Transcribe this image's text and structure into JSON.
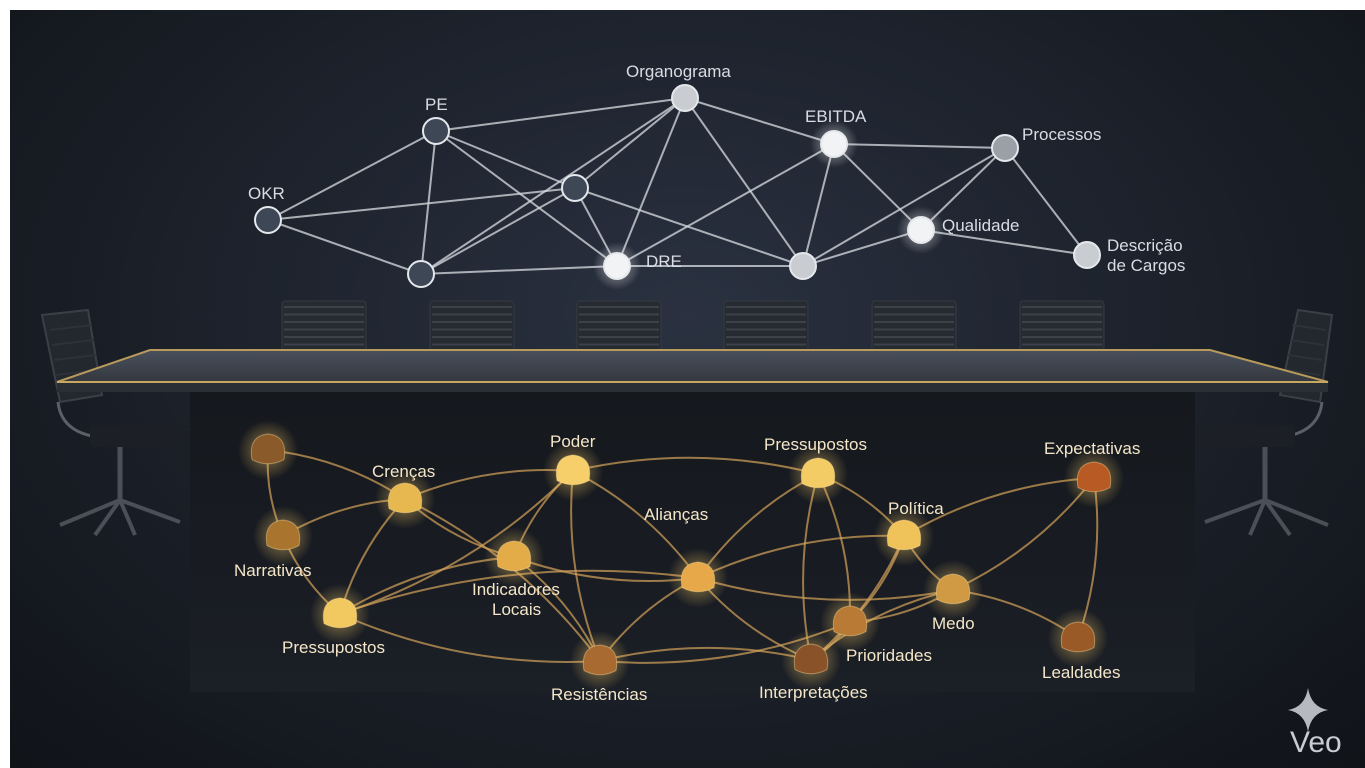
{
  "formal_network": {
    "nodes": [
      {
        "id": "okr",
        "label": "OKR",
        "tone": "dark"
      },
      {
        "id": "pe",
        "label": "PE",
        "tone": "dark"
      },
      {
        "id": "n_mid",
        "label": "",
        "tone": "dark"
      },
      {
        "id": "n_low",
        "label": "",
        "tone": "dark"
      },
      {
        "id": "organograma",
        "label": "Organograma",
        "tone": "light"
      },
      {
        "id": "dre",
        "label": "DRE",
        "tone": "white"
      },
      {
        "id": "ebitda",
        "label": "EBITDA",
        "tone": "white"
      },
      {
        "id": "n_right",
        "label": "",
        "tone": "light"
      },
      {
        "id": "processos",
        "label": "Processos",
        "tone": "mid"
      },
      {
        "id": "qualidade",
        "label": "Qualidade",
        "tone": "white"
      },
      {
        "id": "descricao",
        "label": "Descrição de Cargos",
        "tone": "light"
      }
    ],
    "edges": [
      [
        "okr",
        "pe"
      ],
      [
        "okr",
        "n_low"
      ],
      [
        "okr",
        "n_mid"
      ],
      [
        "pe",
        "n_mid"
      ],
      [
        "pe",
        "n_low"
      ],
      [
        "pe",
        "organograma"
      ],
      [
        "pe",
        "dre"
      ],
      [
        "n_mid",
        "organograma"
      ],
      [
        "n_mid",
        "dre"
      ],
      [
        "n_mid",
        "n_right"
      ],
      [
        "n_mid",
        "n_low"
      ],
      [
        "n_low",
        "dre"
      ],
      [
        "n_low",
        "organograma"
      ],
      [
        "organograma",
        "dre"
      ],
      [
        "organograma",
        "ebitda"
      ],
      [
        "organograma",
        "n_right"
      ],
      [
        "dre",
        "ebitda"
      ],
      [
        "dre",
        "n_right"
      ],
      [
        "ebitda",
        "processos"
      ],
      [
        "ebitda",
        "qualidade"
      ],
      [
        "ebitda",
        "n_right"
      ],
      [
        "n_right",
        "qualidade"
      ],
      [
        "n_right",
        "processos"
      ],
      [
        "qualidade",
        "processos"
      ],
      [
        "qualidade",
        "descricao"
      ],
      [
        "processos",
        "descricao"
      ]
    ]
  },
  "informal_network": {
    "nodes": [
      {
        "id": "i_top_left",
        "label": "",
        "color": "#8a5a2a"
      },
      {
        "id": "narrativas",
        "label": "Narrativas",
        "color": "#a8742e"
      },
      {
        "id": "crencas",
        "label": "Crenças",
        "color": "#e8b850"
      },
      {
        "id": "pressupostos_l",
        "label": "Pressupostos",
        "color": "#f2c860"
      },
      {
        "id": "poder",
        "label": "Poder",
        "color": "#f6cf6a"
      },
      {
        "id": "indicadores",
        "label": "Indicadores Locais",
        "color": "#e4ac48"
      },
      {
        "id": "aliancas",
        "label": "Alianças",
        "color": "#e6a848"
      },
      {
        "id": "resistencias",
        "label": "Resistências",
        "color": "#a86a30"
      },
      {
        "id": "pressupostos_r",
        "label": "Pressupostos",
        "color": "#f4cc66"
      },
      {
        "id": "interpretacoes",
        "label": "Interpretações",
        "color": "#8a5228"
      },
      {
        "id": "politica",
        "label": "Política",
        "color": "#f0c25a"
      },
      {
        "id": "prioridades",
        "label": "Prioridades",
        "color": "#b87a34"
      },
      {
        "id": "medo",
        "label": "Medo",
        "color": "#d09a44"
      },
      {
        "id": "expectativas",
        "label": "Expectativas",
        "color": "#b85a24"
      },
      {
        "id": "lealdades",
        "label": "Lealdades",
        "color": "#9a5a28"
      }
    ],
    "edges": [
      [
        "i_top_left",
        "narrativas"
      ],
      [
        "i_top_left",
        "crencas"
      ],
      [
        "narrativas",
        "pressupostos_l"
      ],
      [
        "narrativas",
        "crencas"
      ],
      [
        "crencas",
        "pressupostos_l"
      ],
      [
        "crencas",
        "poder"
      ],
      [
        "crencas",
        "indicadores"
      ],
      [
        "crencas",
        "resistencias"
      ],
      [
        "pressupostos_l",
        "poder"
      ],
      [
        "pressupostos_l",
        "indicadores"
      ],
      [
        "pressupostos_l",
        "resistencias"
      ],
      [
        "pressupostos_l",
        "aliancas"
      ],
      [
        "poder",
        "indicadores"
      ],
      [
        "poder",
        "aliancas"
      ],
      [
        "poder",
        "resistencias"
      ],
      [
        "poder",
        "pressupostos_r"
      ],
      [
        "indicadores",
        "aliancas"
      ],
      [
        "indicadores",
        "resistencias"
      ],
      [
        "aliancas",
        "resistencias"
      ],
      [
        "aliancas",
        "pressupostos_r"
      ],
      [
        "aliancas",
        "interpretacoes"
      ],
      [
        "aliancas",
        "politica"
      ],
      [
        "aliancas",
        "medo"
      ],
      [
        "resistencias",
        "interpretacoes"
      ],
      [
        "resistencias",
        "prioridades"
      ],
      [
        "pressupostos_r",
        "politica"
      ],
      [
        "pressupostos_r",
        "interpretacoes"
      ],
      [
        "pressupostos_r",
        "prioridades"
      ],
      [
        "interpretacoes",
        "prioridades"
      ],
      [
        "interpretacoes",
        "medo"
      ],
      [
        "interpretacoes",
        "politica"
      ],
      [
        "politica",
        "expectativas"
      ],
      [
        "politica",
        "medo"
      ],
      [
        "politica",
        "prioridades"
      ],
      [
        "prioridades",
        "medo"
      ],
      [
        "medo",
        "lealdades"
      ],
      [
        "medo",
        "expectativas"
      ],
      [
        "expectativas",
        "lealdades"
      ]
    ]
  },
  "watermark": {
    "label": "Veo"
  }
}
